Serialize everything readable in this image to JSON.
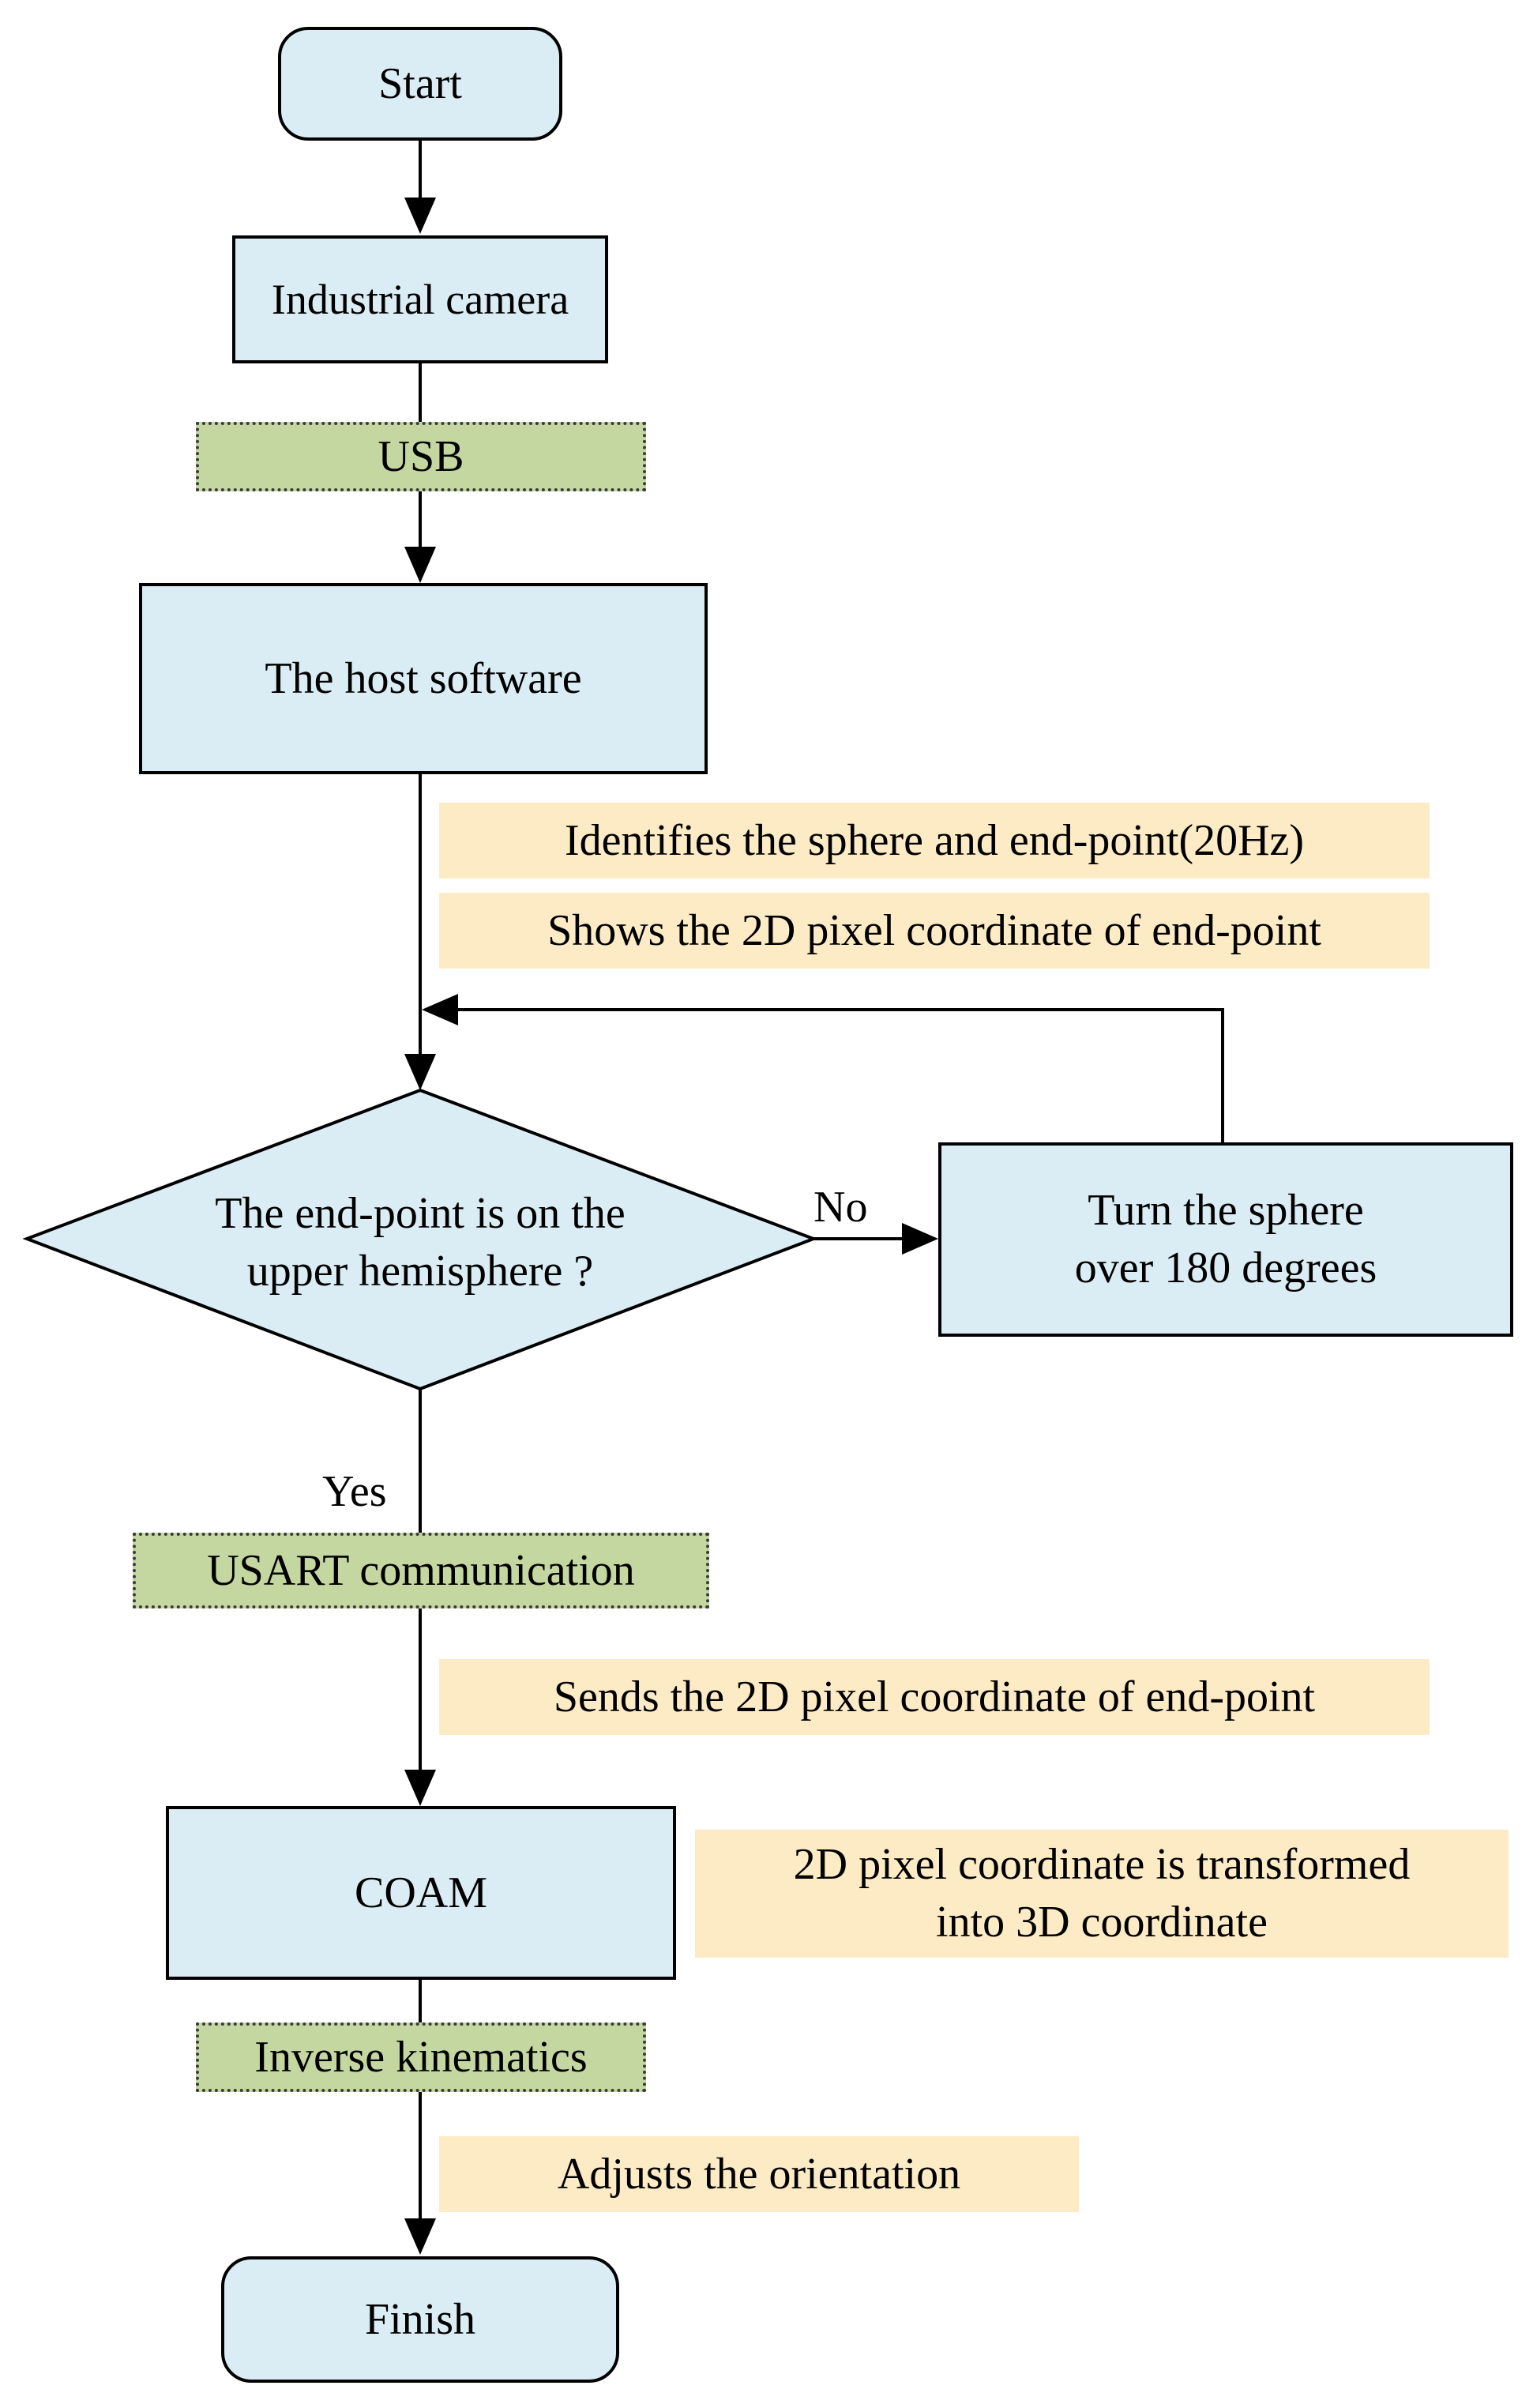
{
  "nodes": {
    "start": "Start",
    "camera": "Industrial camera",
    "usb": "USB",
    "host": "The host software",
    "decision_line1": "The end-point is on the",
    "decision_line2": "upper hemisphere ?",
    "turn_line1": "Turn the sphere",
    "turn_line2": "over 180 degrees",
    "usart": "USART communication",
    "coam": "COAM",
    "inverse": "Inverse kinematics",
    "finish": "Finish"
  },
  "notes": {
    "identifies": "Identifies the sphere and end-point(20Hz)",
    "shows": "Shows the 2D pixel coordinate of end-point",
    "sends": "Sends the 2D pixel coordinate of end-point",
    "transform_line1": "2D pixel coordinate is transformed",
    "transform_line2": "into 3D coordinate",
    "adjusts": "Adjusts the orientation"
  },
  "branches": {
    "no": "No",
    "yes": "Yes"
  },
  "colors": {
    "process_fill": "#dbedf4",
    "interface_fill": "#c4d7a0",
    "note_fill": "#fdebc6",
    "line": "#000000"
  }
}
